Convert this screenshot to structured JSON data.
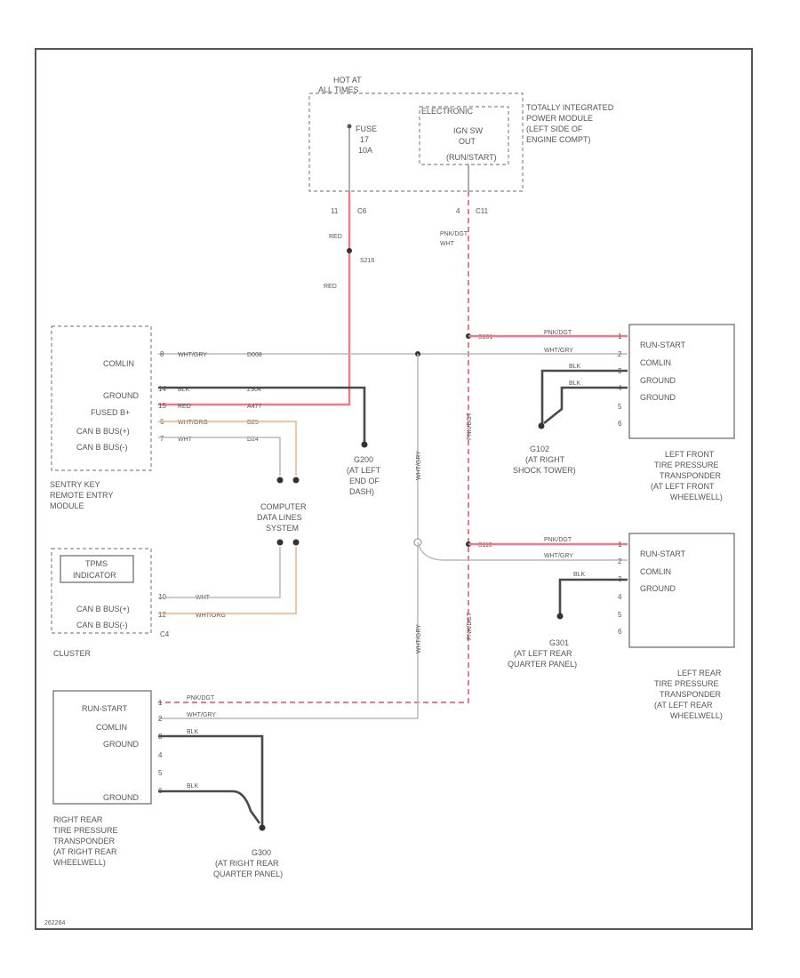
{
  "colors": {
    "red_wire": "#f07a8a",
    "dark_wire": "#4a4a4a",
    "gray_wire": "#b9b9b9",
    "orange_wire": "#e9b487",
    "red_dashed": "#f07a8a"
  },
  "power_module": {
    "hot_label_1": "HOT AT",
    "hot_label_2": "ALL TIMES",
    "fuse_1": "FUSE",
    "fuse_2": "17",
    "fuse_3": "10A",
    "relay_title": "ELECTRONIC",
    "relay_1": "IGN SW",
    "relay_2": "OUT",
    "relay_3": "(RUN/START)",
    "name_1": "TOTALLY INTEGRATED",
    "name_2": "POWER MODULE",
    "name_3": "(LEFT SIDE OF",
    "name_4": "ENGINE COMPT)",
    "pin_left": "11",
    "conn_left": "C6",
    "pin_right": "4",
    "conn_right": "C11"
  },
  "wires": {
    "red_1": "RED",
    "splice_s216": "S216",
    "red_2": "RED",
    "pnk_dgt_1": "PNK/DGT",
    "wht_1": "WHT",
    "s101": "S101",
    "s110": "S110",
    "vertical_gray_1": "WHT/GRY",
    "vertical_gray_2": "WHT/GRY",
    "vertical_pink_1": "PNK/DGT",
    "vertical_pink_2": "PNK/DGT"
  },
  "sentry": {
    "pin_8": "8",
    "wire_8": "WHT/GRY",
    "code_8": "D008",
    "pin_14": "14",
    "wire_14": "BLK",
    "code_14": "Z904",
    "pin_15": "15",
    "wire_15": "RED",
    "code_15": "A477",
    "pin_6": "6",
    "wire_6": "WHT/ORG",
    "code_6": "D25",
    "pin_7": "7",
    "wire_7": "WHT",
    "code_7": "D24",
    "label_comlin": "COMLIN",
    "label_ground": "GROUND",
    "label_fused": "FUSED B+",
    "label_canb1": "CAN B BUS(+)",
    "label_canb2": "CAN B BUS(-)",
    "name_1": "SENTRY KEY",
    "name_2": "REMOTE ENTRY",
    "name_3": "MODULE"
  },
  "ground_g200": {
    "id": "G200",
    "l1": "(AT LEFT",
    "l2": "END OF",
    "l3": "DASH)"
  },
  "data_lines": {
    "l1": "COMPUTER",
    "l2": "DATA LINES",
    "l3": "SYSTEM"
  },
  "cluster": {
    "tpms_1": "TPMS",
    "tpms_2": "INDICATOR",
    "pin_10": "10",
    "wire_10": "WHT",
    "pin_12": "12",
    "wire_12": "WHT/ORG",
    "label_canb1": "CAN B BUS(+)",
    "label_canb2": "CAN B BUS(-)",
    "conn": "C4",
    "name": "CLUSTER"
  },
  "left_front": {
    "pin_1": "1",
    "wire_1": "PNK/DGT",
    "pin_2": "2",
    "wire_2": "WHT/GRY",
    "pin_3": "3",
    "wire_3": "BLK",
    "pin_4": "4",
    "wire_4": "BLK",
    "pin_5": "5",
    "pin_6": "6",
    "label_run": "RUN-START",
    "label_comlin": "COMLIN",
    "label_ground1": "GROUND",
    "label_ground2": "GROUND",
    "name_1": "LEFT FRONT",
    "name_2": "TIRE PRESSURE",
    "name_3": "TRANSPONDER",
    "name_4": "(AT LEFT FRONT",
    "name_5": "WHEELWELL)"
  },
  "ground_g102": {
    "id": "G102",
    "l1": "(AT RIGHT",
    "l2": "SHOCK TOWER)"
  },
  "left_rear": {
    "pin_1": "1",
    "wire_1": "PNK/DGT",
    "pin_2": "2",
    "wire_2": "WHT/GRY",
    "pin_3": "3",
    "wire_3": "BLK",
    "pin_4": "4",
    "pin_5": "5",
    "pin_6": "6",
    "label_run": "RUN-START",
    "label_comlin": "COMLIN",
    "label_ground": "GROUND",
    "name_1": "LEFT REAR",
    "name_2": "TIRE PRESSURE",
    "name_3": "TRANSPONDER",
    "name_4": "(AT LEFT REAR",
    "name_5": "WHEELWELL)"
  },
  "ground_g301": {
    "id": "G301",
    "l1": "(AT LEFT REAR",
    "l2": "QUARTER PANEL)"
  },
  "right_rear": {
    "pin_1": "1",
    "wire_1": "PNK/DGT",
    "pin_2": "2",
    "wire_2": "WHT/GRY",
    "pin_3": "3",
    "wire_3": "BLK",
    "pin_4": "4",
    "pin_5": "5",
    "pin_6": "6",
    "wire_6": "BLK",
    "label_run": "RUN-START",
    "label_comlin": "COMLIN",
    "label_ground1": "GROUND",
    "label_ground2": "GROUND",
    "name_1": "RIGHT REAR",
    "name_2": "TIRE PRESSURE",
    "name_3": "TRANSPONDER",
    "name_4": "(AT RIGHT REAR",
    "name_5": "WHEELWELL)"
  },
  "ground_g300": {
    "id": "G300",
    "l1": "(AT RIGHT REAR",
    "l2": "QUARTER PANEL)"
  },
  "footer_code": "262264"
}
